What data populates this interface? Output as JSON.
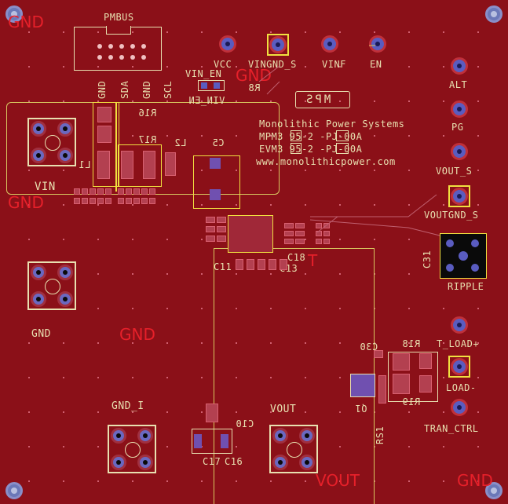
{
  "labels": {
    "gnd_tl": "GND",
    "pmbus": "PMBUS",
    "gnd_mid_top": "GND",
    "vcc": "VCC",
    "vingnd_s": "VINGND_S",
    "vinf": "VINF",
    "en": "EN",
    "alt": "ALT",
    "pg": "PG",
    "vout_s": "VOUT_S",
    "voutgnd_s": "VOUTGND_S",
    "ripple": "RIPPLE",
    "vin_en": "VIN_EN",
    "vin_en_mirror": "VIN_EN",
    "r8": "R8",
    "pin_gnd1": "GND",
    "pin_sda": "SDA",
    "pin_gnd2": "GND",
    "pin_scl": "SCL",
    "r16": "R16",
    "l1": "L1",
    "l2": "L2",
    "r17": "R17",
    "c5": "C5",
    "vin": "VIN",
    "gnd_left_mid": "GND",
    "company": "Monolithic Power Systems",
    "mpm": "MPM3    95-2    -PJ-00A",
    "evm": "EVM3    95-2    -PJ-00A",
    "website": "www.monolithicpower.com",
    "gnd_left_low": "GND",
    "gnd_center": "GND",
    "gnd_i": "GND_I",
    "vout_label": "VOUT",
    "vout_red": "VOUT",
    "gnd_br": "GND",
    "t_load": "T_LOAD+",
    "load_minus": "LOAD-",
    "tran_ctrl": "TRAN_CTRL",
    "r18": "R18",
    "c30": "C30",
    "r19": "R19",
    "q1": "Q1",
    "rs1": "RS1",
    "c31": "C31",
    "c18": "C18",
    "c13": "C13",
    "c11": "C11",
    "c17": "C17",
    "c10": "C10",
    "c16": "C16",
    "t_red": "T",
    "logo": "MPS"
  },
  "colors": {
    "board": "#8b1018",
    "silkscreen": "#e8e0b0",
    "outline": "#f0e040",
    "net_label": "#e6202a",
    "pad": "#5a5cc0"
  }
}
